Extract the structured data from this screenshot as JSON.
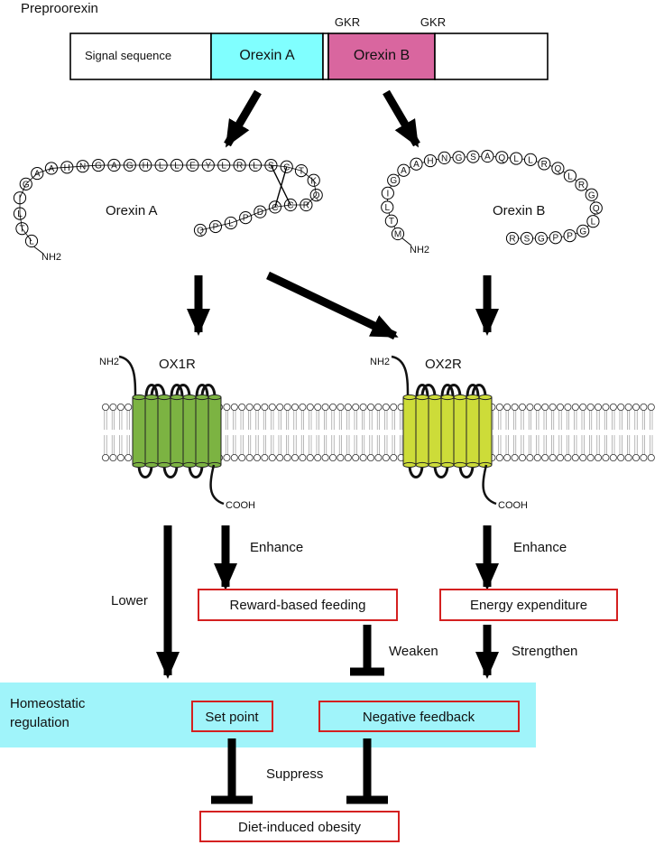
{
  "precursor": {
    "title": "Preproorexin",
    "segments": {
      "signal": "Signal sequence",
      "orexin_a": "Orexin A",
      "orexin_b": "Orexin B"
    },
    "cleavage_sites": [
      "GKR",
      "GKR"
    ]
  },
  "peptides": {
    "orexin_a": {
      "name": "Orexin A",
      "terminus": "NH2",
      "sequence": [
        "L",
        "T",
        "L",
        "I",
        "G",
        "A",
        "A",
        "H",
        "N",
        "G",
        "A",
        "G",
        "H",
        "L",
        "L",
        "E",
        "Y",
        "L",
        "R",
        "L",
        "S",
        "C",
        "T",
        "K",
        "Q",
        "R",
        "C",
        "C",
        "D",
        "P",
        "L",
        "P",
        "Q"
      ]
    },
    "orexin_b": {
      "name": "Orexin B",
      "terminus": "NH2",
      "sequence": [
        "M",
        "T",
        "L",
        "I",
        "G",
        "A",
        "A",
        "H",
        "N",
        "G",
        "S",
        "A",
        "Q",
        "L",
        "L",
        "R",
        "Q",
        "L",
        "R",
        "G",
        "Q",
        "L",
        "G",
        "P",
        "P",
        "G",
        "S",
        "R"
      ]
    }
  },
  "receptors": {
    "ox1r": {
      "name": "OX1R",
      "n_term": "NH2",
      "c_term": "COOH",
      "color": "#7cb342"
    },
    "ox2r": {
      "name": "OX2R",
      "n_term": "NH2",
      "c_term": "COOH",
      "color": "#cddc39"
    }
  },
  "effects": {
    "enhance_1": "Enhance",
    "enhance_2": "Enhance",
    "lower": "Lower",
    "weaken": "Weaken",
    "strengthen": "Strengthen",
    "suppress": "Suppress"
  },
  "boxes": {
    "reward_feeding": "Reward-based feeding",
    "energy_expenditure": "Energy expenditure",
    "set_point": "Set point",
    "negative_feedback": "Negative feedback",
    "obesity": "Diet-induced obesity"
  },
  "homeostatic": {
    "line1": "Homeostatic",
    "line2": "regulation"
  },
  "colors": {
    "orexin_a_fill": "#80ffff",
    "orexin_b_fill": "#d9669f",
    "homeostatic_band": "#a0f4fa",
    "box_border": "#d42020",
    "membrane_head": "#ffffff"
  }
}
